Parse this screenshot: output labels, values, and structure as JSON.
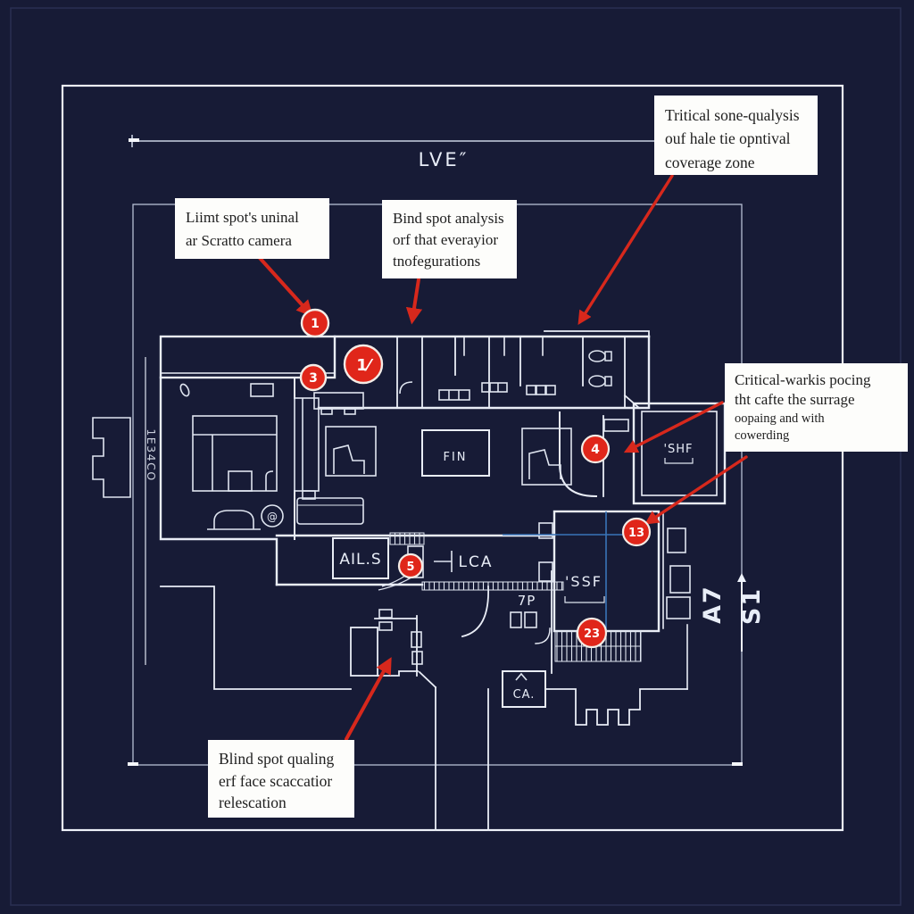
{
  "colors": {
    "background": "#171b36",
    "wall_line": "#e9edf6",
    "frame_line": "#eef1f8",
    "accent_red": "#d7281c",
    "crosshair_blue": "#3974b8",
    "annotation_bg": "#fdfdfb",
    "annotation_text": "#1e1e1e"
  },
  "annotations": {
    "top_right": {
      "lines": [
        "Tritical sone-qualysis",
        "ouf hale tie opntival",
        "coverage zone"
      ]
    },
    "left": {
      "lines": [
        "Liimt spot's uninal",
        "ar Scratto camera"
      ]
    },
    "middle": {
      "lines": [
        "Bind spot analysis",
        "orf that everayior",
        "tnofegurations"
      ]
    },
    "right": {
      "lines": [
        "Critical-warkis pocing",
        "tht cafte the surrage",
        "oopaing and with",
        "cowerding"
      ]
    },
    "bottom": {
      "lines": [
        "Blind spot qualing",
        "erf face scaccatior",
        "relescation"
      ]
    }
  },
  "markers": [
    {
      "label": "1"
    },
    {
      "label": "1⁄"
    },
    {
      "label": "3"
    },
    {
      "label": "4"
    },
    {
      "label": "5"
    },
    {
      "label": "13"
    },
    {
      "label": "23"
    }
  ],
  "plan_labels": {
    "lve": "LVE″",
    "fin": "FIN",
    "ails": "AIL.S",
    "lca": "LCA",
    "shf": "'SHF",
    "ssf": "'SSF",
    "p7": "7P",
    "ca": "CA.",
    "a7": "A7",
    "s1": "S1",
    "side_code": "1E34CO",
    "symbol": "@"
  }
}
